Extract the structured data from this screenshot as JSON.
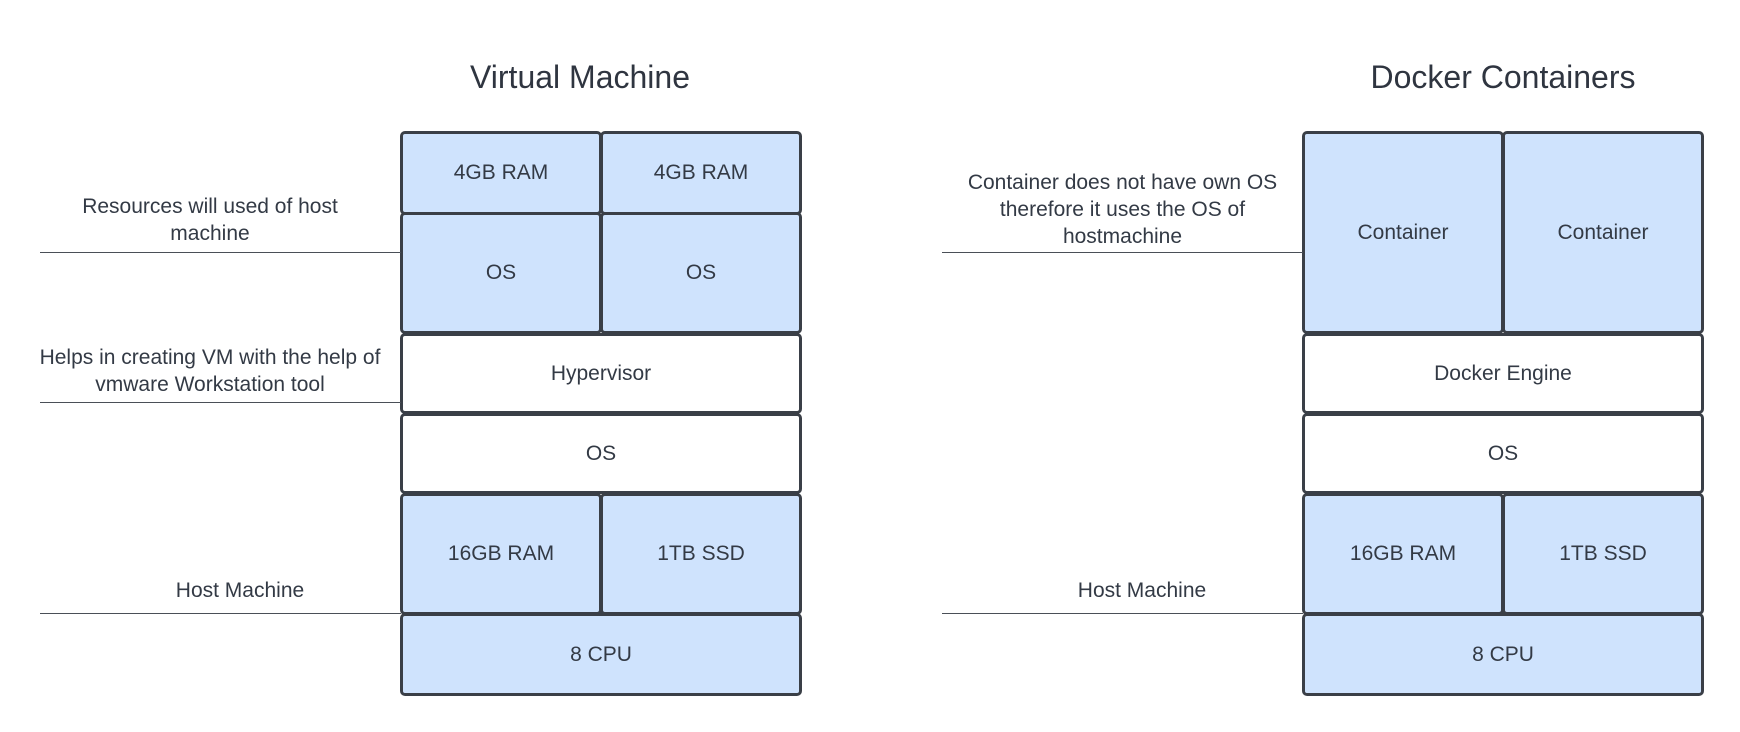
{
  "colors": {
    "block_fill": "#cfe3fd",
    "block_border": "#3a3f47",
    "plain_fill": "#ffffff",
    "text": "#333a45"
  },
  "vm": {
    "title": "Virtual Machine",
    "guest_ram_1": "4GB RAM",
    "guest_ram_2": "4GB RAM",
    "guest_os_1": "OS",
    "guest_os_2": "OS",
    "hypervisor": "Hypervisor",
    "host_os": "OS",
    "host_ram": "16GB RAM",
    "host_ssd": "1TB SSD",
    "host_cpu": "8 CPU",
    "annotations": {
      "resources": "Resources will used of host machine",
      "hypervisor_help": "Helps in creating VM with the help of vmware Workstation tool",
      "host_machine": "Host Machine"
    }
  },
  "docker": {
    "title": "Docker Containers",
    "container_1": "Container",
    "container_2": "Container",
    "engine": "Docker Engine",
    "host_os": "OS",
    "host_ram": "16GB RAM",
    "host_ssd": "1TB SSD",
    "host_cpu": "8 CPU",
    "annotations": {
      "container_os": "Container does not have own OS therefore it uses the OS of hostmachine",
      "host_machine": "Host Machine"
    }
  }
}
